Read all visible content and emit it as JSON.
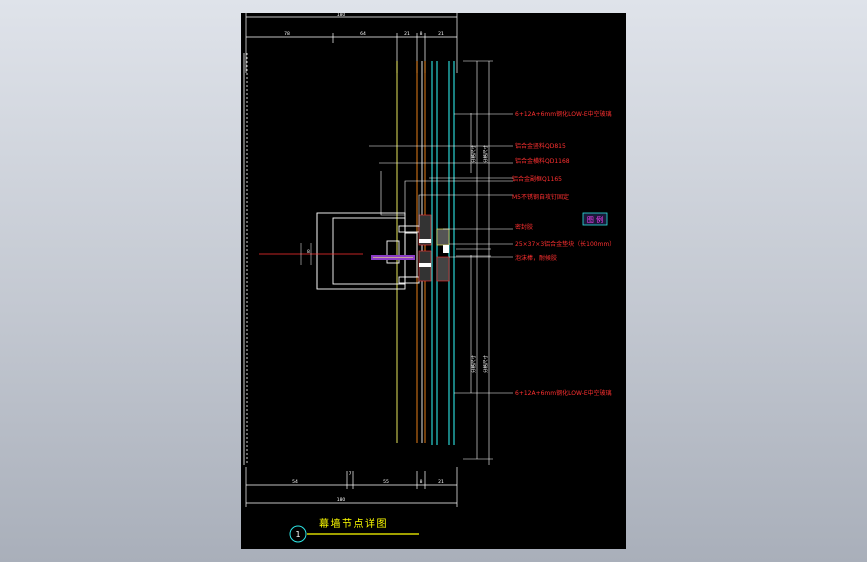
{
  "drawing": {
    "title": "幕墙节点详图",
    "detail_number": "1",
    "legend_tag": "图 例",
    "center_mark": "8"
  },
  "dimensions": {
    "top_overall": "180",
    "top_segments": [
      "78",
      "64",
      "21",
      "8",
      "21"
    ],
    "bottom_overall": "180",
    "bottom_segments": [
      "54",
      "7",
      "55",
      "8",
      "21"
    ],
    "vertical_labels": [
      "分格尺寸",
      "分格尺寸",
      "分格尺寸",
      "分格尺寸"
    ]
  },
  "callouts": [
    "6+12A+6mm钢化LOW-E中空玻璃",
    "铝合金竖料QD815",
    "铝合金横料QD1168",
    "铝合金副框Q1165",
    "M5不锈钢自攻钉固定",
    "密封胶",
    "25×37×3铝合金垫块（长100mm）",
    "泡沫棒，耐候胶",
    "6+12A+6mm钢化LOW-E中空玻璃"
  ],
  "colors": {
    "paper": "#000000",
    "line": "#ffffff",
    "callout_text": "#ff3030",
    "glass": "#2ee6e6",
    "accent_yellow": "#ffff00",
    "legend_border": "#2ee6e6",
    "legend_text": "#ff40ff"
  }
}
